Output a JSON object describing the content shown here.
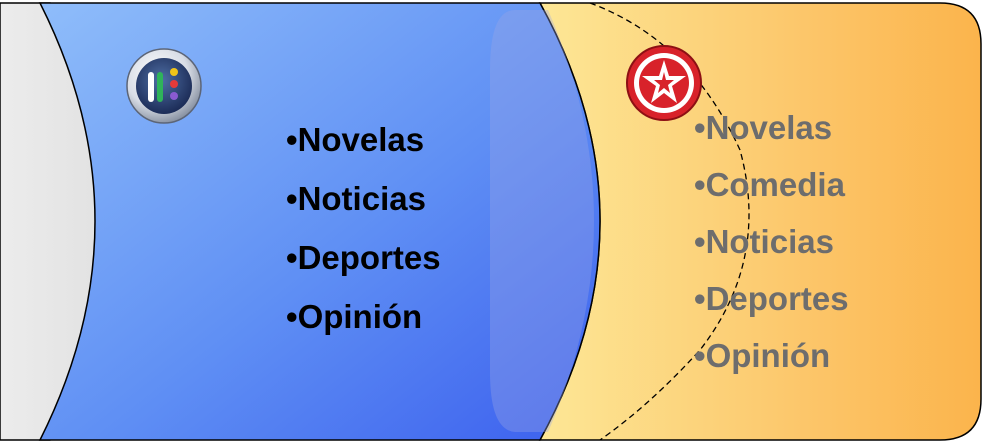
{
  "colors": {
    "gray_panel": "#e6e6e6",
    "blue_panel_light": "#7fb1f8",
    "blue_panel_dark": "#3f62ee",
    "orange_panel_light": "#fde08a",
    "orange_panel_dark": "#fbb74e",
    "left_text": "#000000",
    "right_text": "#6d6d6d",
    "logo_star_red": "#d8222a"
  },
  "left_channel": {
    "logo_icon": "channel-logo-bars-icon",
    "items": [
      "Novelas",
      "Noticias",
      "Deportes",
      "Opinión"
    ]
  },
  "right_channel": {
    "logo_icon": "channel-logo-star-icon",
    "items": [
      "Novelas",
      "Comedia",
      "Noticias",
      "Deportes",
      "Opinión"
    ]
  }
}
